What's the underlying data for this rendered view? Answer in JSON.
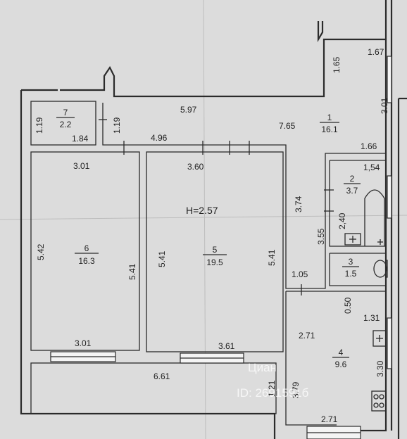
{
  "rooms": [
    {
      "id": "1",
      "number": "1",
      "area": "16.1"
    },
    {
      "id": "2",
      "number": "2",
      "area": "3.7"
    },
    {
      "id": "3",
      "number": "3",
      "area": "1.5"
    },
    {
      "id": "4",
      "number": "4",
      "area": "9.6"
    },
    {
      "id": "5",
      "number": "5",
      "area": "19.5"
    },
    {
      "id": "6",
      "number": "6",
      "area": "16.3"
    },
    {
      "id": "7",
      "number": "7",
      "area": "2.2"
    }
  ],
  "ceiling_height": "H=2.57",
  "dimensions": {
    "d1_65": "1.65",
    "d1_67": "1.67",
    "d3_01_right": "3.01",
    "d1_19_a": "1.19",
    "d1_19_b": "1.19",
    "d5_97": "5.97",
    "d7_65": "7.65",
    "d1_84": "1.84",
    "d4_96": "4.96",
    "d1_66": "1.66",
    "d3_01_top": "3.01",
    "d3_60": "3.60",
    "d1_54": "1,54",
    "d3_74": "3.74",
    "d2_40": "2,40",
    "d3_55": "3.55",
    "d5_42": "5.42",
    "d5_41_a": "5.41",
    "d5_41_b": "5.41",
    "d5_41_c": "5.41",
    "d1_05": "1.05",
    "d0_50": "0.50",
    "d1_31": "1.31",
    "d2_71_top": "2.71",
    "d3_01_bottom": "3.01",
    "d3_61": "3.61",
    "d6_61": "6.61",
    "d1_21": "1.21",
    "d3_79": "3.79",
    "d3_30": "3.30",
    "d2_71_bottom": "2.71"
  },
  "watermark": {
    "brand": "Циан",
    "id": "ID: 2691591б"
  }
}
